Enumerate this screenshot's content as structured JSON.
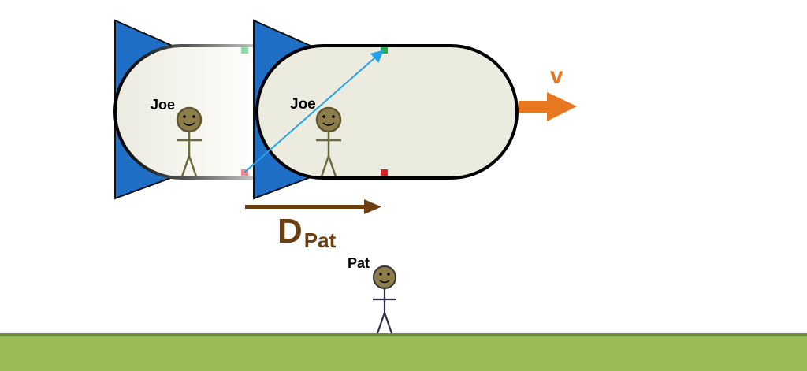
{
  "labels": {
    "joe_ghost": "Joe",
    "joe": "Joe",
    "pat": "Pat",
    "velocity": "v",
    "distance_main": "D",
    "distance_sub": "Pat"
  },
  "colors": {
    "ship_fin": "#1f6fc6",
    "ship_body": "#ecebe0",
    "outline": "#000000",
    "figure": "#6b6a3c",
    "face": "#8d7d4a",
    "velocity_arrow": "#e87722",
    "distance_arrow": "#6b3f11",
    "light_path": "#23a3e6",
    "receiver_dot": "#1fb050",
    "emitter_dot": "#e02020",
    "ground": "#9bbb59",
    "ground_edge": "#6f8f3a"
  },
  "icons": {
    "observer_figure": "stick-figure-icon",
    "ship": "rocket-ship-icon"
  }
}
